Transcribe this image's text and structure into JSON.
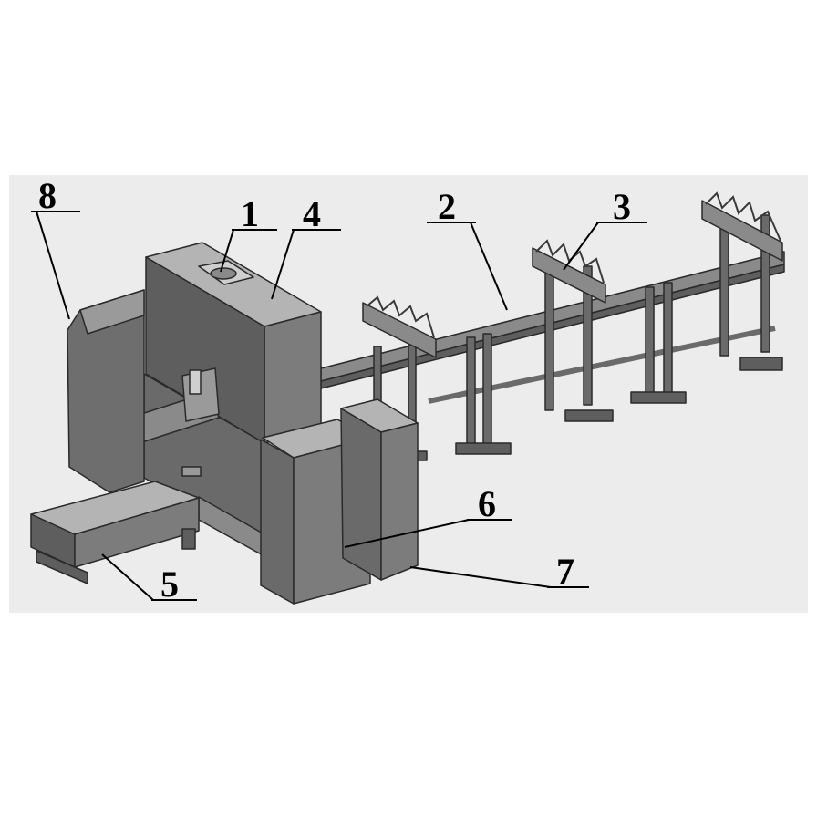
{
  "labels": [
    "8",
    "1",
    "4",
    "2",
    "3",
    "6",
    "7",
    "5"
  ],
  "colors": {
    "background": "#ffffff",
    "panel": "#ececec",
    "metal_dark": "#5e5e5e",
    "metal_mid": "#7c7c7c",
    "metal_light": "#9a9a9a",
    "metal_top": "#b4b4b4",
    "ink": "#000000"
  }
}
